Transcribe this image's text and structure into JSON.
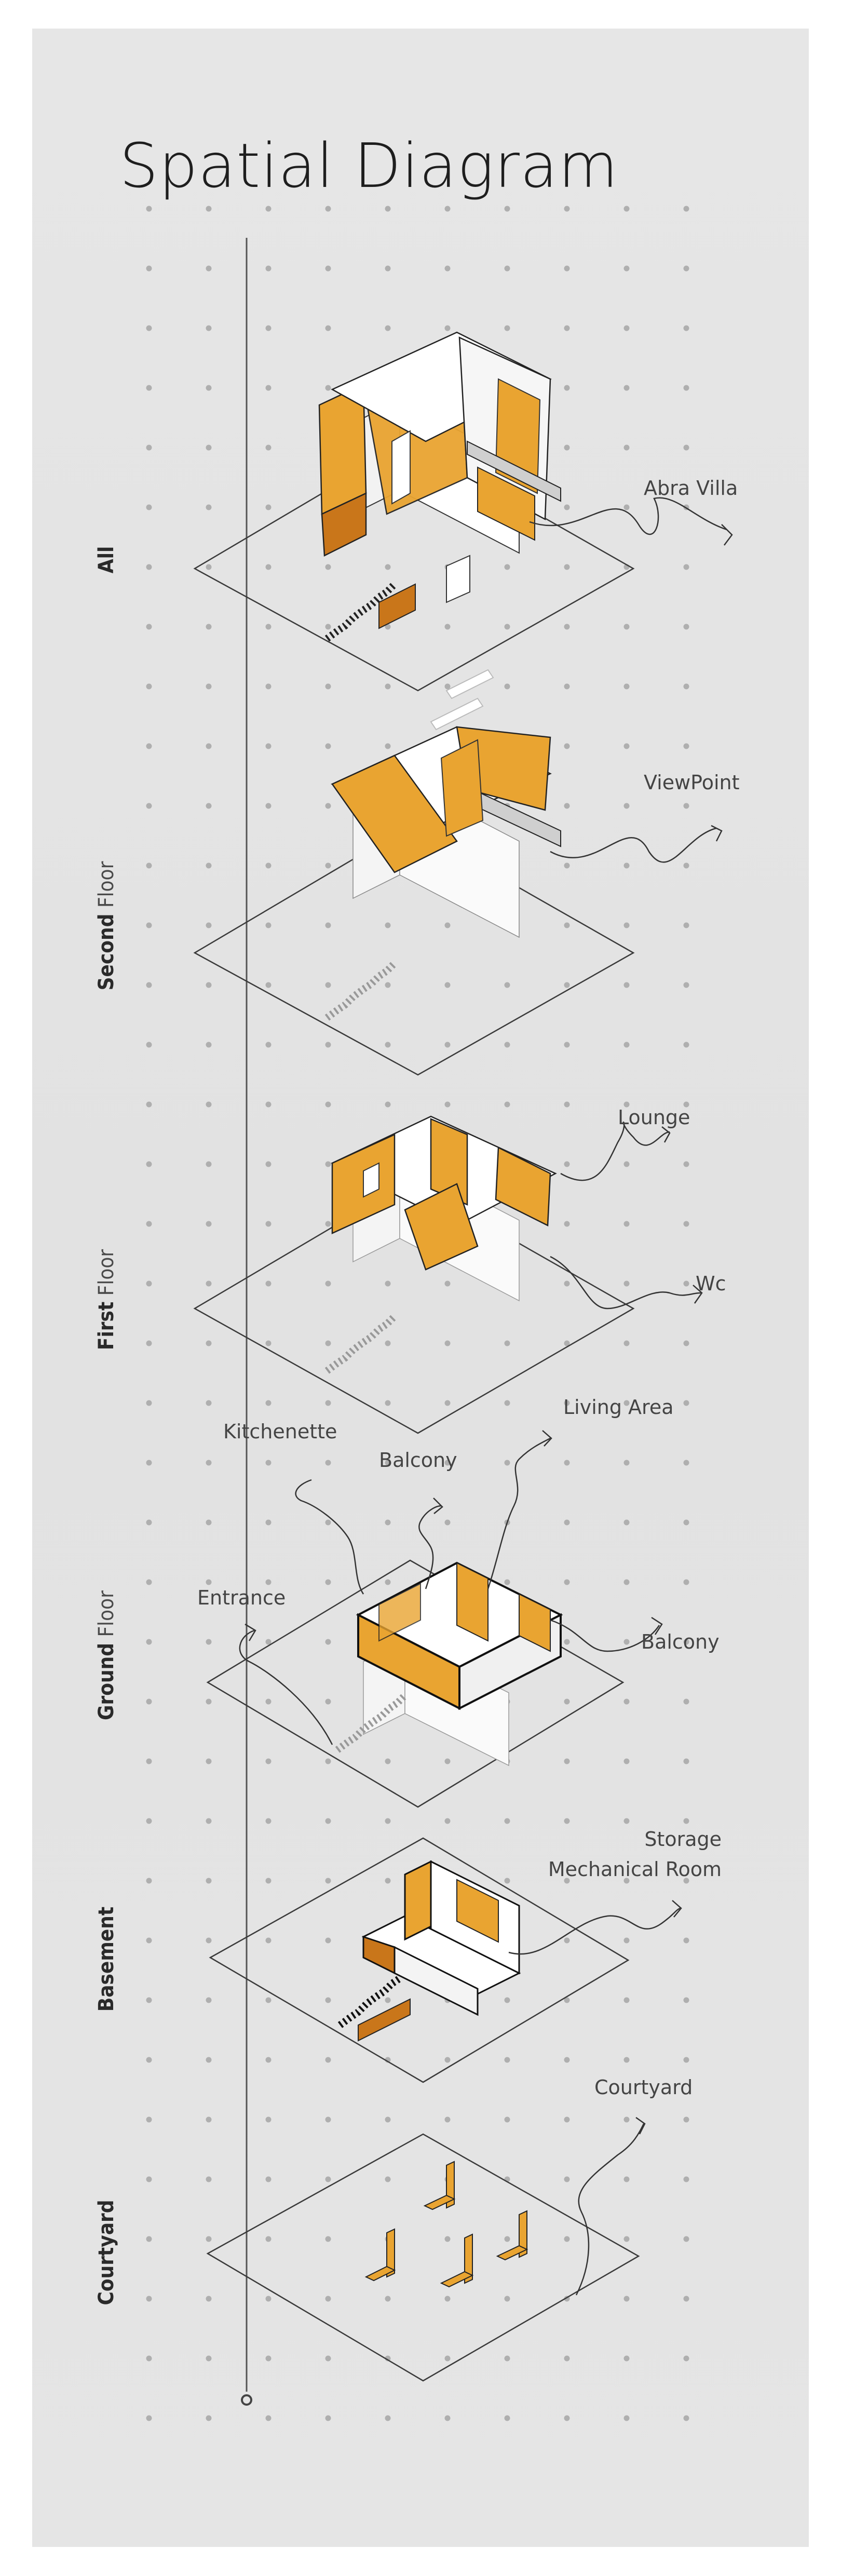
{
  "title": "Spatial Diagram",
  "levels": [
    {
      "id": "all",
      "bold": "All",
      "light": ""
    },
    {
      "id": "second",
      "bold": "Second",
      "light": " Floor"
    },
    {
      "id": "first",
      "bold": "First",
      "light": " Floor"
    },
    {
      "id": "ground",
      "bold": "Ground",
      "light": " Floor"
    },
    {
      "id": "basement",
      "bold": "Basement",
      "light": ""
    },
    {
      "id": "courtyard",
      "bold": "Courtyard",
      "light": ""
    }
  ],
  "labels": {
    "abra_villa": "Abra Villa",
    "viewpoint": "ViewPoint",
    "lounge": "Lounge",
    "wc": "Wc",
    "living_area": "Living Area",
    "kitchenette": "Kitchenette",
    "balcony_top": "Balcony",
    "entrance": "Entrance",
    "balcony_right": "Balcony",
    "storage": "Storage",
    "mechanical_room": "Mechanical Room",
    "courtyard": "Courtyard"
  },
  "colors": {
    "accent_orange": "#e9a431",
    "accent_dark": "#c9761a",
    "line": "#2b2b2b",
    "sheet": "#e4e4e4"
  }
}
